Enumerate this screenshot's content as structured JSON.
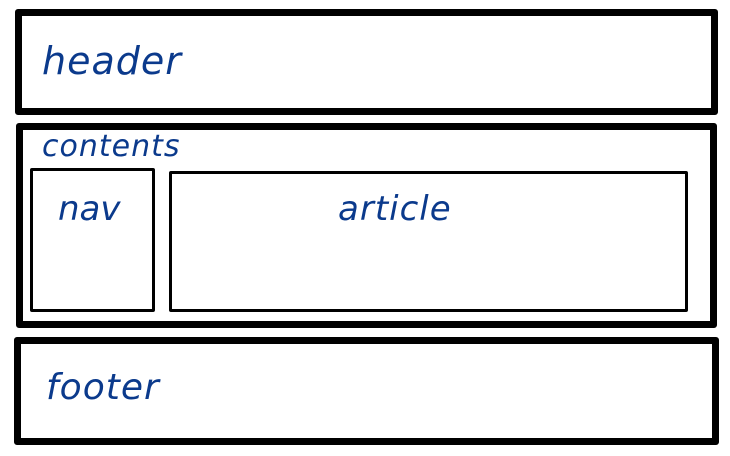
{
  "diagram": {
    "header": {
      "label": "header"
    },
    "contents": {
      "label": "contents",
      "nav": {
        "label": "nav"
      },
      "article": {
        "label": "article"
      }
    },
    "footer": {
      "label": "footer"
    }
  },
  "colors": {
    "ink": "#0b3a8c",
    "border": "#000000",
    "background": "#ffffff"
  }
}
